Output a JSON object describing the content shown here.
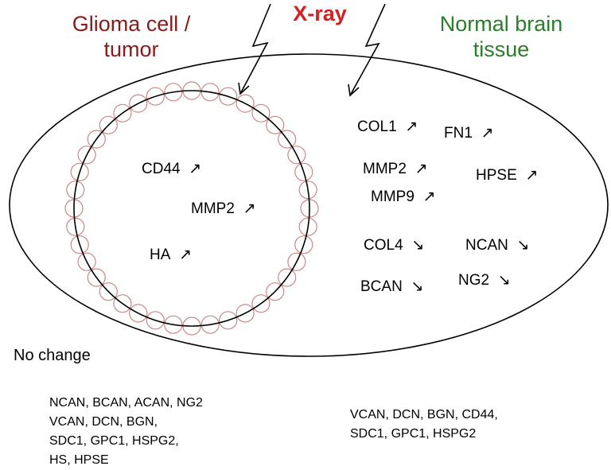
{
  "title": "X-ray",
  "colors": {
    "tumor_text": "#8b1a1a",
    "xray_text": "#d42121",
    "normal_text": "#2a7d2a",
    "cell_circle": "#c88888",
    "outline": "#000000"
  },
  "tumor_heading": {
    "line1": "Glioma cell /",
    "line2": "tumor"
  },
  "normal_heading": {
    "line1": "Normal brain",
    "line2": "tissue"
  },
  "up_arrow_symbol": "↗",
  "down_arrow_symbol": "↘",
  "tumor_genes": [
    {
      "name": "CD44",
      "direction": "up"
    },
    {
      "name": "MMP2",
      "direction": "up"
    },
    {
      "name": "HA",
      "direction": "up"
    }
  ],
  "normal_genes": [
    {
      "name": "COL1",
      "direction": "up"
    },
    {
      "name": "FN1",
      "direction": "up"
    },
    {
      "name": "MMP2",
      "direction": "up"
    },
    {
      "name": "HPSE",
      "direction": "up"
    },
    {
      "name": "MMP9",
      "direction": "up"
    },
    {
      "name": "COL4",
      "direction": "down"
    },
    {
      "name": "NCAN",
      "direction": "down"
    },
    {
      "name": "BCAN",
      "direction": "down"
    },
    {
      "name": "NG2",
      "direction": "down"
    }
  ],
  "no_change_heading": "No change",
  "no_change_tumor": {
    "line1": "NCAN,  BCAN, ACAN, NG2",
    "line2": "VCAN,  DCN, BGN,",
    "line3": "SDC1, GPC1,  HSPG2,",
    "line4": "HS,  HPSE"
  },
  "no_change_normal": {
    "line1": "VCAN,  DCN,  BGN,  CD44,",
    "line2": "SDC1,  GPC1,  HSPG2"
  }
}
